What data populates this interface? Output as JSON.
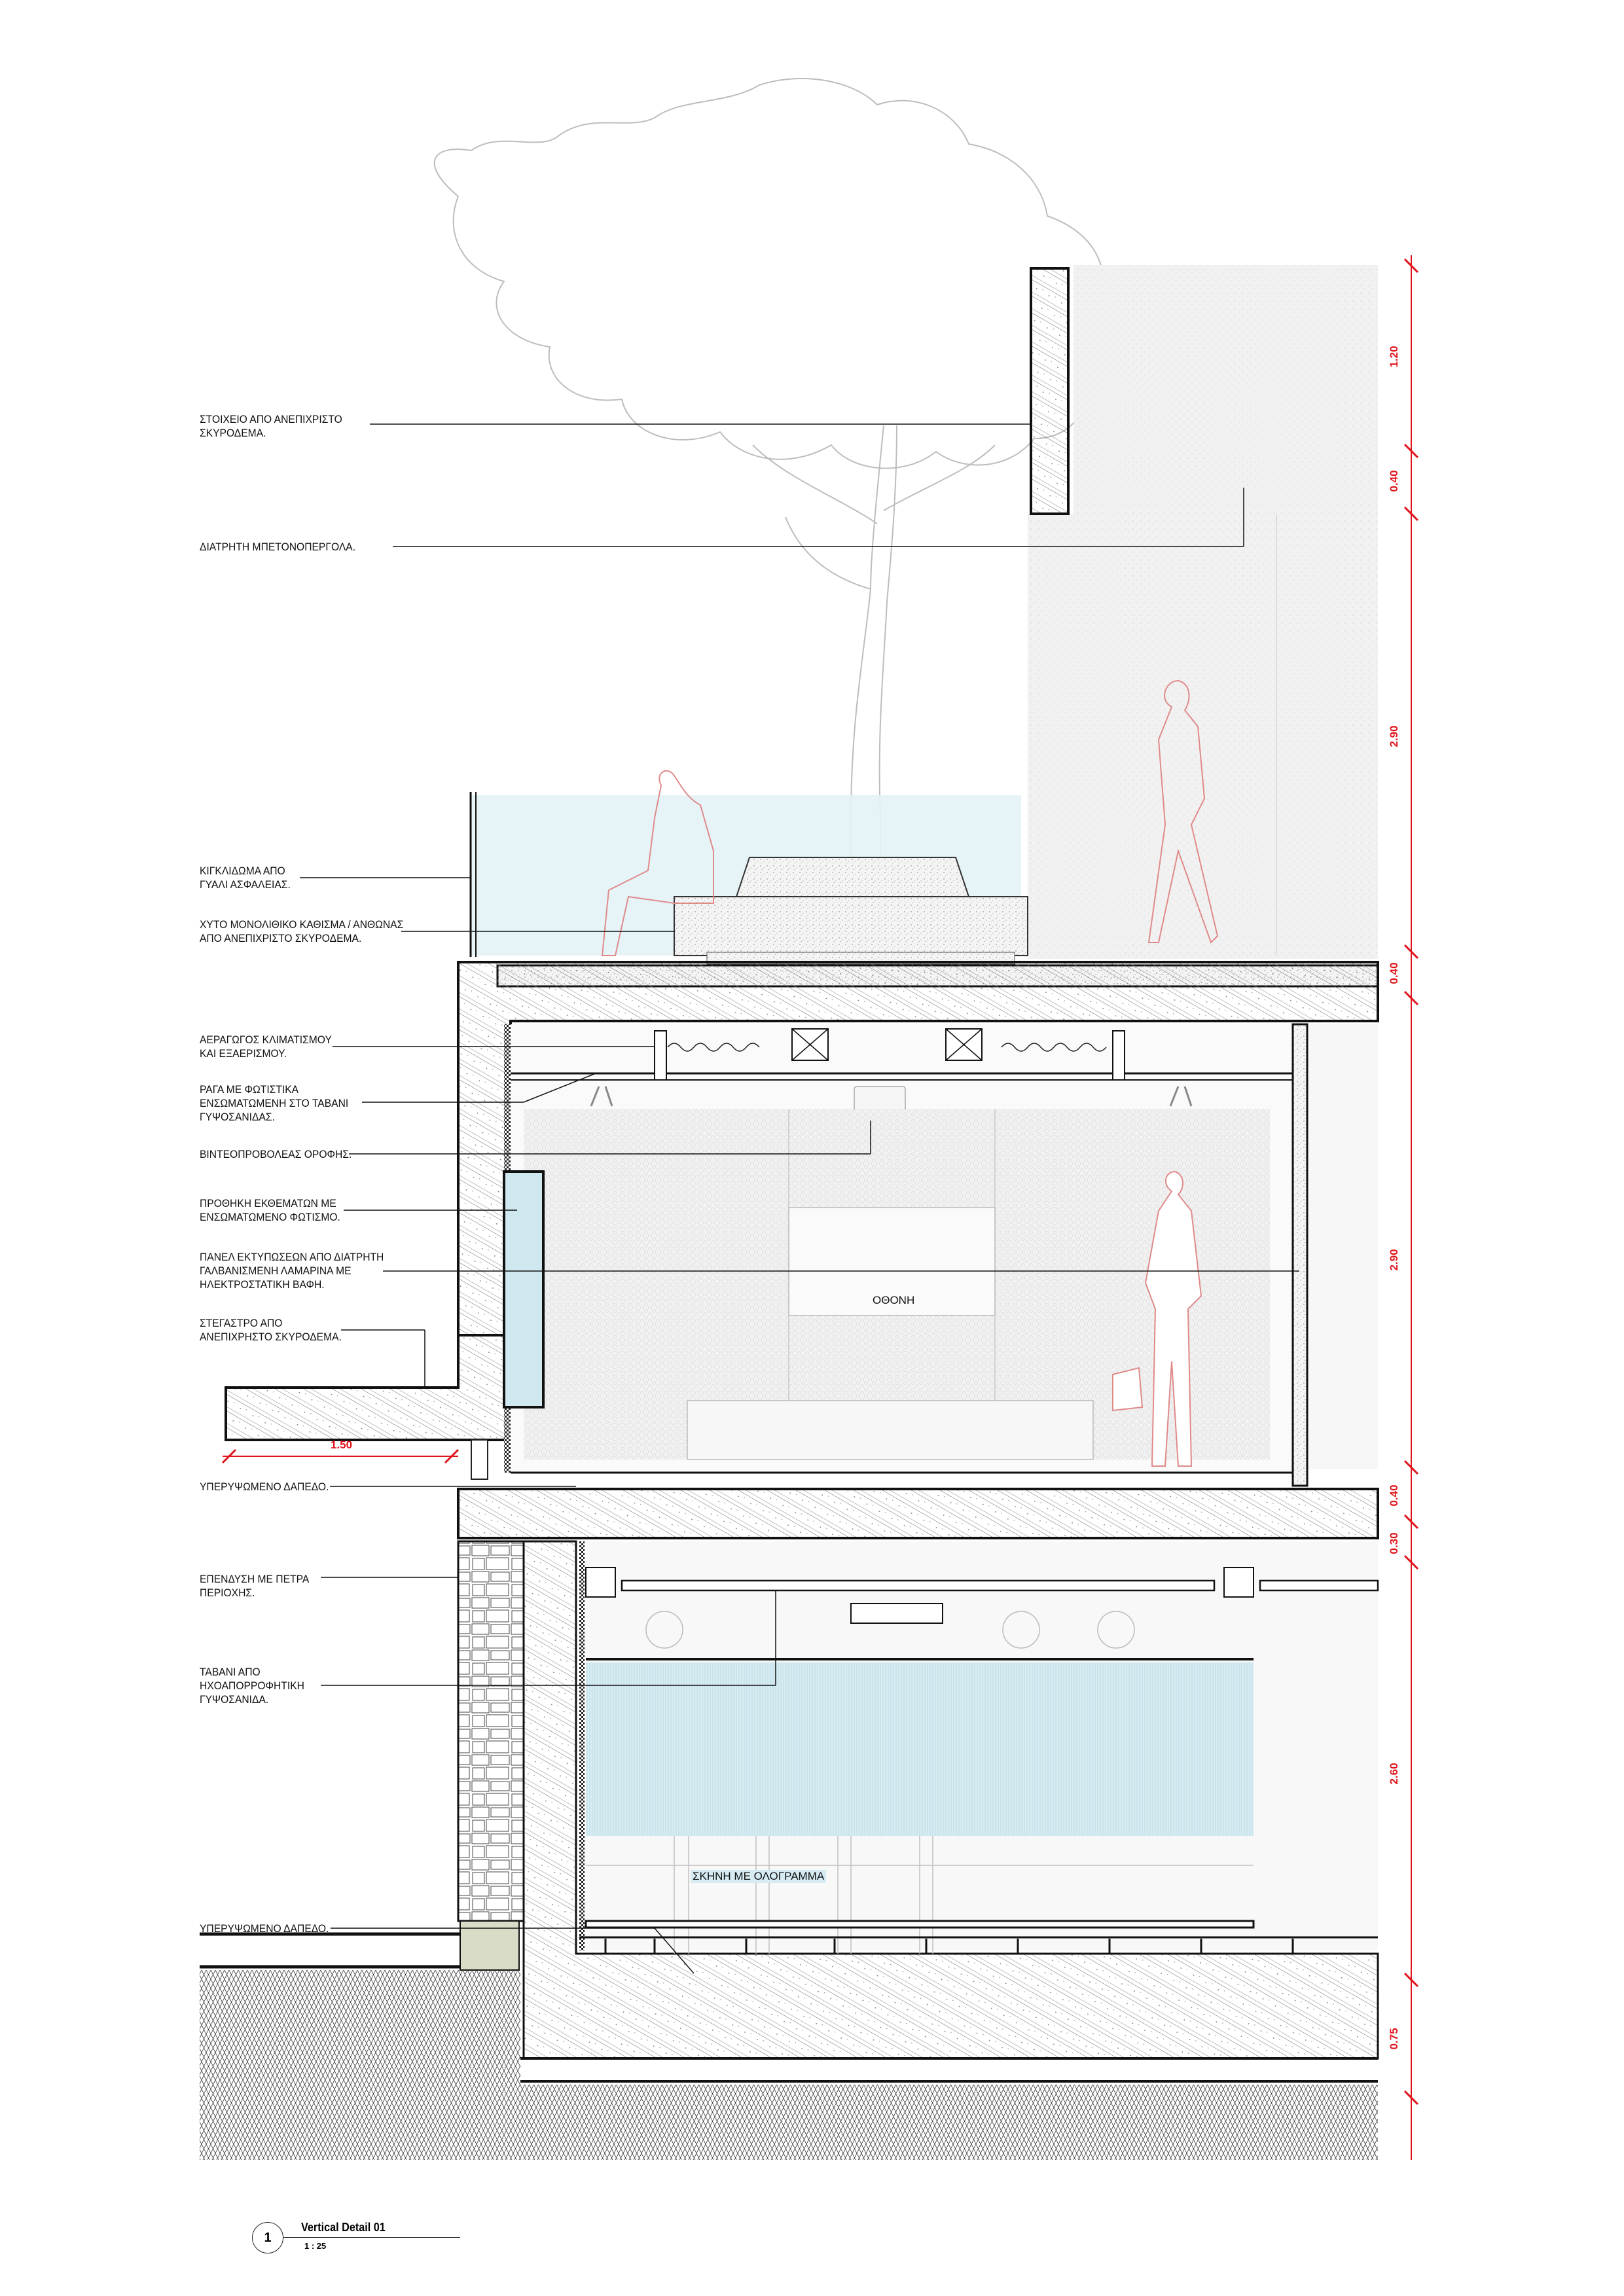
{
  "drawing": {
    "title": "Vertical Detail 01",
    "number": "1",
    "scale": "1 : 25"
  },
  "annotations": [
    {
      "id": "concrete-element",
      "lines": [
        "ΣΤΟΙΧΕΙΟ ΑΠΟ ΑΝΕΠΙΧΡΙΣΤΟ",
        "ΣΚΥΡΟΔΕΜΑ."
      ]
    },
    {
      "id": "perforated-pergola",
      "lines": [
        "ΔΙΑΤΡΗΤΗ ΜΠΕΤΟΝΟΠΕΡΓΟΛΑ."
      ]
    },
    {
      "id": "glass-railing",
      "lines": [
        "ΚΙΓΚΛΙΔΩΜΑ ΑΠΟ",
        "ΓΥΑΛΙ ΑΣΦΑΛΕΙΑΣ."
      ]
    },
    {
      "id": "monolithic-seat",
      "lines": [
        "ΧΥΤΟ ΜΟΝΟΛΙΘΙΚΟ ΚΑΘΙΣΜΑ / ΑΝΘΩΝΑΣ",
        "ΑΠΟ ΑΝΕΠΙΧΡΙΣΤΟ ΣΚΥΡΟΔΕΜΑ."
      ]
    },
    {
      "id": "hvac-duct",
      "lines": [
        "ΑΕΡΑΓΩΓΟΣ ΚΛΙΜΑΤΙΣΜΟΥ",
        "ΚΑΙ ΕΞΑΕΡΙΣΜΟΥ."
      ]
    },
    {
      "id": "light-rail",
      "lines": [
        "ΡΑΓΑ ΜΕ ΦΩΤΙΣΤΙΚΑ",
        "ΕΝΣΩΜΑΤΩΜΕΝΗ ΣΤΟ ΤΑΒΑΝΙ",
        "ΓΥΨΟΣΑΝΙΔΑΣ."
      ]
    },
    {
      "id": "ceiling-projector",
      "lines": [
        "ΒΙΝΤΕΟΠΡΟΒΟΛΕΑΣ ΟΡΟΦΗΣ."
      ]
    },
    {
      "id": "display-case",
      "lines": [
        "ΠΡΟΘΗΚΗ ΕΚΘΕΜΑΤΩΝ ΜΕ",
        "ΕΝΣΩΜΑΤΩΜΕΝΟ ΦΩΤΙΣΜΟ."
      ]
    },
    {
      "id": "print-panel",
      "lines": [
        "ΠΑΝΕΛ ΕΚΤΥΠΩΣΕΩΝ ΑΠΟ ΔΙΑΤΡΗΤΗ",
        "ΓΑΛΒΑΝΙΣΜΕΝΗ ΛΑΜΑΡΙΝΑ ΜΕ",
        "ΗΛΕΚΤΡΟΣΤΑΤΙΚΗ ΒΑΦΗ."
      ]
    },
    {
      "id": "canopy",
      "lines": [
        "ΣΤΕΓΑΣΤΡΟ ΑΠΟ",
        "ΑΝΕΠΙΧΡΗΣΤΟ ΣΚΥΡΟΔΕΜΑ."
      ]
    },
    {
      "id": "raised-floor-upper",
      "lines": [
        "ΥΠΕΡΥΨΩΜΕΝΟ ΔΑΠΕΔΟ."
      ]
    },
    {
      "id": "stone-cladding",
      "lines": [
        "ΕΠΕΝΔΥΣΗ ΜΕ ΠΕΤΡΑ",
        "ΠΕΡΙΟΧΗΣ."
      ]
    },
    {
      "id": "acoustic-ceiling",
      "lines": [
        "ΤΑΒΑΝΙ ΑΠΟ",
        "ΗΧΟΑΠΟΡΡΟΦΗΤΙΚΗ",
        "ΓΥΨΟΣΑΝΙΔΑ."
      ]
    },
    {
      "id": "raised-floor-lower",
      "lines": [
        "ΥΠΕΡΥΨΩΜΕΝΟ ΔΑΠΕΔΟ."
      ]
    }
  ],
  "room_labels": {
    "screen": "ΟΘΟΝΗ",
    "hologram_stage": "ΣΚΗΝΗ ΜΕ ΟΛΟΓΡΑΜΜΑ"
  },
  "dimensions": {
    "vertical": [
      "1.20",
      "0.40",
      "2.90",
      "0.40",
      "2.90",
      "0.40",
      "0.30",
      "2.60",
      "0.75"
    ],
    "horizontal": [
      "1.50"
    ]
  },
  "colors": {
    "dimension": "#e0141c",
    "line": "#111111",
    "tree": "#bdbdbd",
    "figure": "#e08a8a",
    "glass": "#e3f3f6",
    "hologram": "#d4eaf0",
    "footing": "#d9ddc8"
  }
}
